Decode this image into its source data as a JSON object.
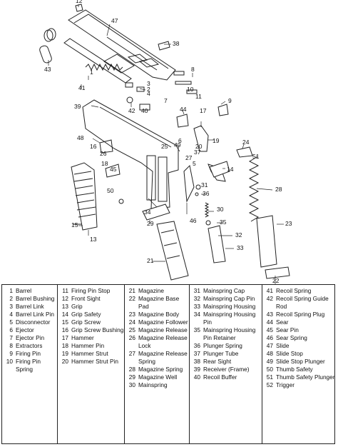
{
  "callouts": [
    "12",
    "47",
    "38",
    "43",
    "1",
    "41",
    "2",
    "3",
    "42",
    "40",
    "8",
    "9",
    "39",
    "44",
    "17",
    "7",
    "48",
    "19",
    "10",
    "24",
    "49",
    "16",
    "51",
    "11",
    "26",
    "6",
    "14",
    "4",
    "18",
    "45",
    "50",
    "28",
    "31",
    "46",
    "30",
    "15",
    "13",
    "29",
    "35",
    "32",
    "34",
    "33",
    "21",
    "23",
    "27",
    "22",
    "36",
    "37",
    "20",
    "5",
    "25"
  ],
  "legend": {
    "columns": [
      [
        {
          "n": "1",
          "label": "Barrel"
        },
        {
          "n": "2",
          "label": "Barrel Bushing"
        },
        {
          "n": "3",
          "label": "Barrel Link"
        },
        {
          "n": "4",
          "label": "Barrel Link Pin"
        },
        {
          "n": "5",
          "label": "Disconnector"
        },
        {
          "n": "6",
          "label": "Ejector"
        },
        {
          "n": "7",
          "label": "Ejector Pin"
        },
        {
          "n": "8",
          "label": "Extractors"
        },
        {
          "n": "9",
          "label": "Firing Pin"
        },
        {
          "n": "10",
          "label": "Firing Pin Spring"
        }
      ],
      [
        {
          "n": "11",
          "label": "Firing Pin Stop"
        },
        {
          "n": "12",
          "label": "Front Sight"
        },
        {
          "n": "13",
          "label": "Grip"
        },
        {
          "n": "14",
          "label": "Grip Safety"
        },
        {
          "n": "15",
          "label": "Grip Screw"
        },
        {
          "n": "16",
          "label": "Grip Screw Bushing"
        },
        {
          "n": "17",
          "label": "Hammer"
        },
        {
          "n": "18",
          "label": "Hammer Pin"
        },
        {
          "n": "19",
          "label": "Hammer Strut"
        },
        {
          "n": "20",
          "label": "Hammer Strut Pin"
        }
      ],
      [
        {
          "n": "21",
          "label": "Magazine"
        },
        {
          "n": "22",
          "label": "Magazine Base Pad"
        },
        {
          "n": "23",
          "label": "Magazine Body"
        },
        {
          "n": "24",
          "label": "Magazine Follower"
        },
        {
          "n": "25",
          "label": "Magazine Release"
        },
        {
          "n": "26",
          "label": "Magazine Release Lock"
        },
        {
          "n": "27",
          "label": "Magazine Release Spring"
        },
        {
          "n": "28",
          "label": "Magazine Spring"
        },
        {
          "n": "29",
          "label": "Magazine Well"
        },
        {
          "n": "30",
          "label": "Mainspring"
        }
      ],
      [
        {
          "n": "31",
          "label": "Mainspring Cap"
        },
        {
          "n": "32",
          "label": "Mainspring Cap Pin"
        },
        {
          "n": "33",
          "label": "Mainspring Housing"
        },
        {
          "n": "34",
          "label": "Mainspring Housing Pin"
        },
        {
          "n": "35",
          "label": "Mainspring Housing Pin Retainer"
        },
        {
          "n": "36",
          "label": "Plunger Spring"
        },
        {
          "n": "37",
          "label": "Plunger Tube"
        },
        {
          "n": "38",
          "label": "Rear Sight"
        },
        {
          "n": "39",
          "label": "Receiver (Frame)"
        },
        {
          "n": "40",
          "label": "Recoil Buffer"
        }
      ],
      [
        {
          "n": "41",
          "label": "Recoil Spring"
        },
        {
          "n": "42",
          "label": "Recoil Spring Guide Rod"
        },
        {
          "n": "43",
          "label": "Recoil Spring Plug"
        },
        {
          "n": "44",
          "label": "Sear"
        },
        {
          "n": "45",
          "label": "Sear Pin"
        },
        {
          "n": "46",
          "label": "Sear Spring"
        },
        {
          "n": "47",
          "label": "Slide"
        },
        {
          "n": "48",
          "label": "Slide Stop"
        },
        {
          "n": "49",
          "label": "Slide Stop Plunger"
        },
        {
          "n": "50",
          "label": "Thumb Safety"
        },
        {
          "n": "51",
          "label": "Thumb Safety Plunger"
        },
        {
          "n": "52",
          "label": "Trigger"
        }
      ]
    ]
  }
}
